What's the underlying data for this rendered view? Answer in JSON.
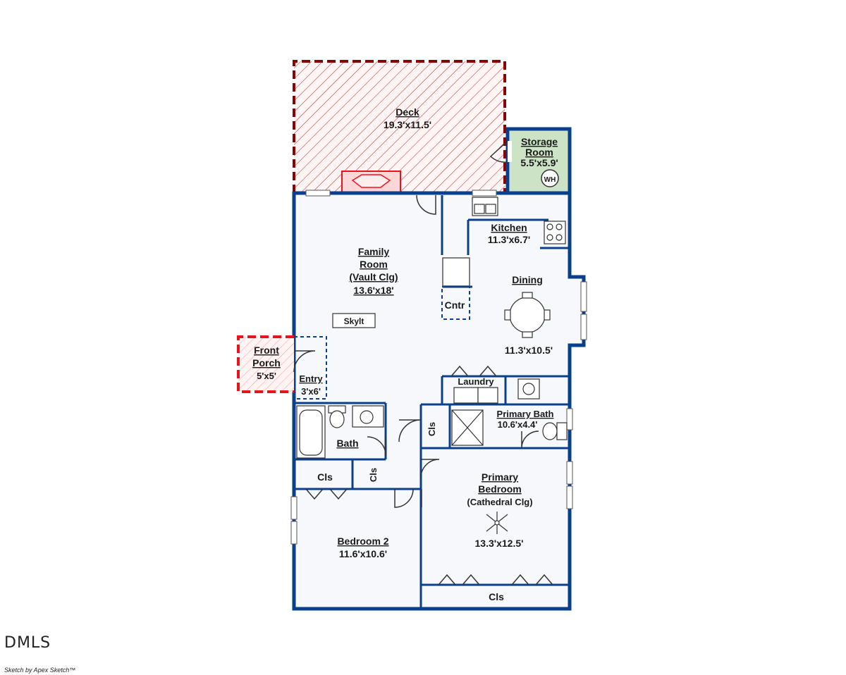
{
  "rooms": {
    "deck": {
      "name": "Deck",
      "size": "19.3'x11.5'"
    },
    "storage": {
      "name1": "Storage",
      "name2": "Room",
      "size": "5.5'x5.9'",
      "wh": "WH"
    },
    "kitchen": {
      "name": "Kitchen",
      "size": "11.3'x6.7'"
    },
    "family": {
      "name1": "Family",
      "name2": "Room",
      "note": "(Vault Clg)",
      "size": "13.6'x18'"
    },
    "dining": {
      "name": "Dining",
      "size": "11.3'x10.5'"
    },
    "cntr": {
      "name": "Cntr"
    },
    "skylight": {
      "name": "Skylt"
    },
    "porch": {
      "name1": "Front",
      "name2": "Porch",
      "size": "5'x5'"
    },
    "entry": {
      "name": "Entry",
      "size": "3'x6'"
    },
    "laundry": {
      "name": "Laundry"
    },
    "primary_bath": {
      "name": "Primary Bath",
      "size": "10.6'x4.4'"
    },
    "bath": {
      "name": "Bath"
    },
    "closet_left": {
      "name": "Cls"
    },
    "closet_mid": {
      "name": "Cls"
    },
    "closet_bath": {
      "name": "Cls"
    },
    "closet_bottom": {
      "name": "Cls"
    },
    "primary_bedroom": {
      "name1": "Primary",
      "name2": "Bedroom",
      "note": "(Cathedral Clg)",
      "size": "13.3'x12.5'"
    },
    "bedroom2": {
      "name": "Bedroom 2",
      "size": "11.6'x10.6'"
    }
  },
  "footer": {
    "logo": "DMLS",
    "credit": "Sketch by Apex Sketch™"
  },
  "colors": {
    "wall": "#0a3f8c",
    "deck_line": "#8b0000",
    "porch_line": "#e8141c",
    "storage_fill": "#cde3c6",
    "floor_fill": "#f6f8fb"
  }
}
